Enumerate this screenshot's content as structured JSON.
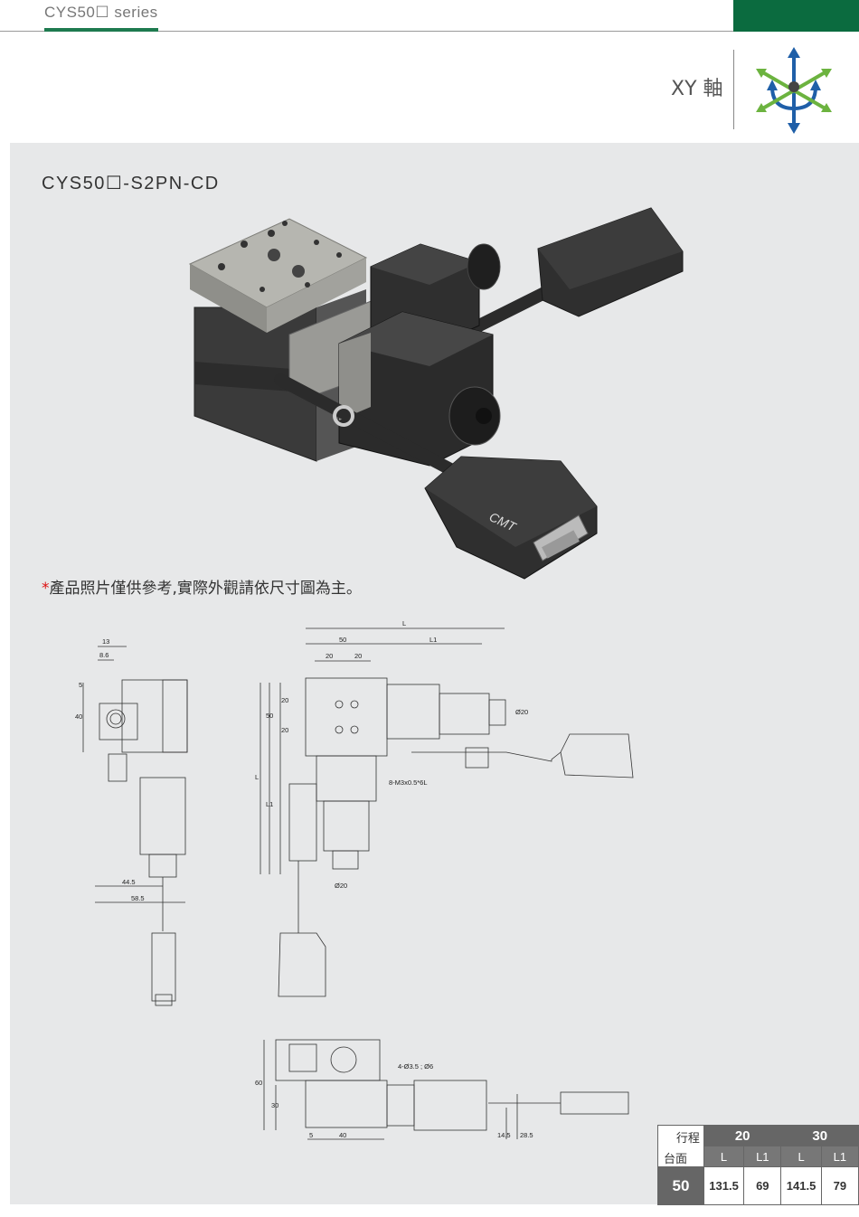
{
  "header": {
    "series": "CYS50☐ series",
    "axis_label": "XY 軸",
    "axis_icon": "xyz-axis-icon",
    "accent_color": "#0b6b3f"
  },
  "product": {
    "model": "CYS50☐-S2PN-CD",
    "note_mark": "*",
    "note_text": "產品照片僅供參考,實際外觀請依尺寸圖為主。"
  },
  "drawing": {
    "side_view": {
      "d1": "13",
      "d2": "8.6",
      "d3": "5",
      "d4": "40",
      "d5": "44.5",
      "d6": "58.5"
    },
    "top_view": {
      "L": "L",
      "L1": "L1",
      "d50": "50",
      "d20a": "20",
      "d20b": "20",
      "v20a": "20",
      "v20b": "20",
      "v50": "50",
      "vL": "L",
      "vL1": "L1",
      "phi20a": "Ø20",
      "phi20b": "Ø20",
      "thread": "8-M3x0.5*6L"
    },
    "front_view": {
      "d60": "60",
      "d30": "30",
      "d5": "5",
      "d40": "40",
      "d14_5": "14.5",
      "d28_5": "28.5",
      "holes": "4-Ø3.5 ; Ø6"
    }
  },
  "spec_table": {
    "corner_top": "行程",
    "corner_bottom": "台面",
    "strokes": [
      "20",
      "30"
    ],
    "cols": [
      "L",
      "L1",
      "L",
      "L1"
    ],
    "rows": [
      {
        "size": "50",
        "values": [
          "131.5",
          "69",
          "141.5",
          "79"
        ]
      }
    ]
  }
}
